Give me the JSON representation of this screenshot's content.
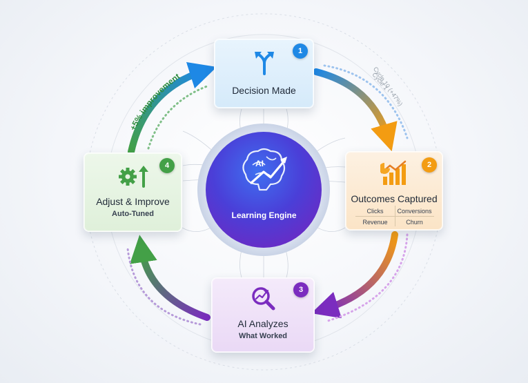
{
  "center": {
    "label": "Learning Engine",
    "icon": "ai-brain-icon",
    "icon_text": "AI"
  },
  "steps": [
    {
      "number": "1",
      "title": "Decision Made",
      "icon": "fork-arrow-icon",
      "color": "#1e88e5"
    },
    {
      "number": "2",
      "title": "Outcomes Captured",
      "icon": "bar-chart-icon",
      "color": "#f39c12",
      "metrics": [
        "Clicks",
        "Conversions",
        "Revenue",
        "Churn"
      ]
    },
    {
      "number": "3",
      "title": "AI Analyzes",
      "subtitle": "What Worked",
      "icon": "magnify-chart-icon",
      "color": "#7b2cbf"
    },
    {
      "number": "4",
      "title": "Adjust & Improve",
      "subtitle": "Auto-Tuned",
      "icon": "gear-up-icon",
      "color": "#43a047"
    }
  ],
  "annotations": {
    "improvement": "+5% improvement",
    "cycle_outer": "Cycle 10 (+47%)",
    "cycle_inner": "Cycle 1"
  },
  "colors": {
    "blue": "#1e88e5",
    "orange": "#f39c12",
    "purple": "#7b2cbf",
    "green": "#43a047"
  }
}
